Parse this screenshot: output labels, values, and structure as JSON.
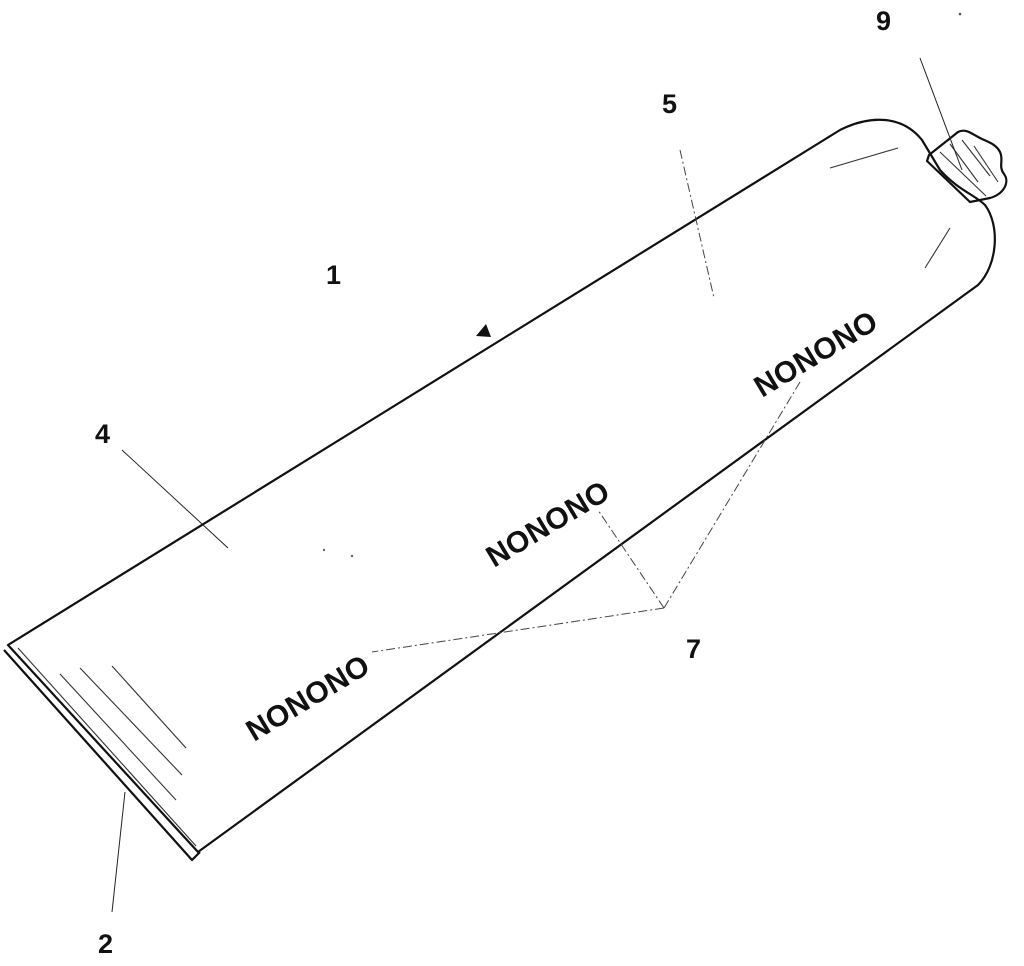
{
  "figure": {
    "reference_numerals": {
      "tube": "1",
      "crimped_end": "2",
      "tube_body": "4",
      "tube_surface": "5",
      "markings": "7",
      "cap": "9"
    },
    "imprint_text": [
      "NONONO",
      "NONONO",
      "NONONO"
    ]
  }
}
